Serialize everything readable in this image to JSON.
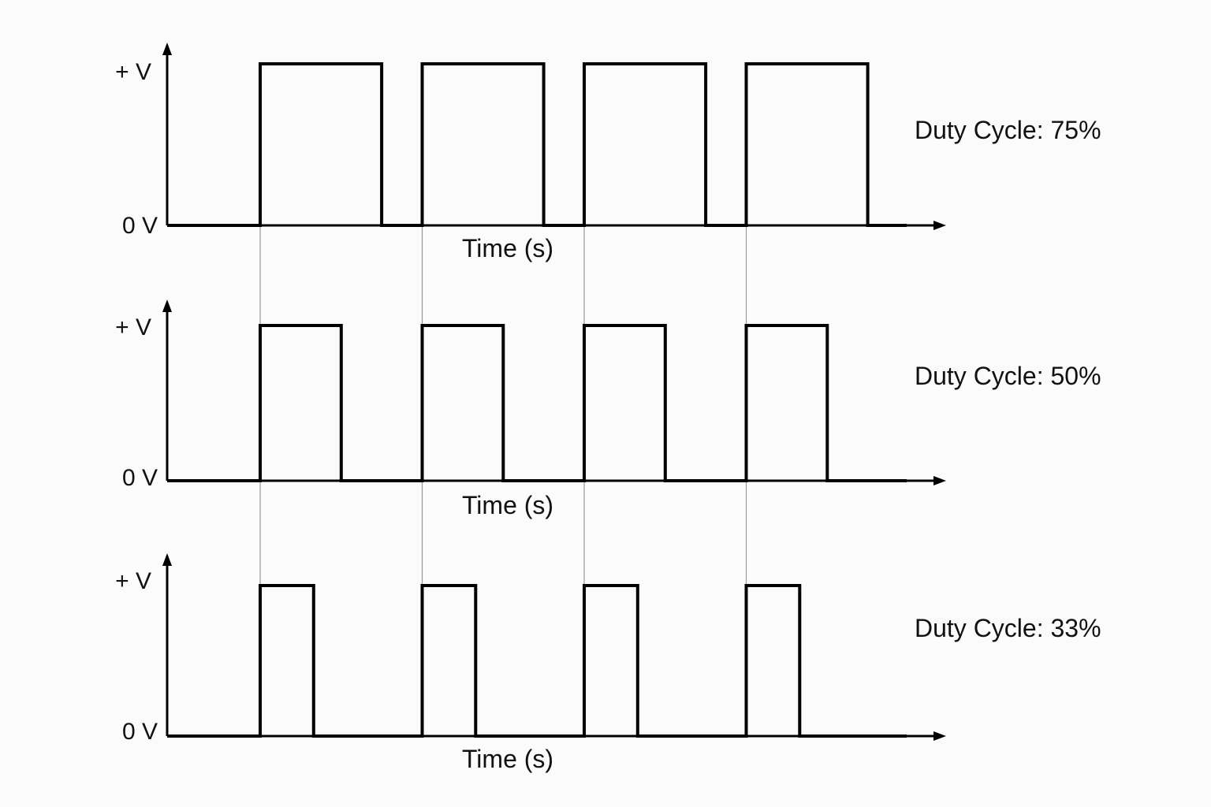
{
  "panels": [
    {
      "y_high_label": "+ V",
      "y_low_label": "0 V",
      "x_label": "Time (s)",
      "duty_label": "Duty Cycle: 75%",
      "duty_cycle": 0.75
    },
    {
      "y_high_label": "+ V",
      "y_low_label": "0 V",
      "x_label": "Time (s)",
      "duty_label": "Duty Cycle: 50%",
      "duty_cycle": 0.5
    },
    {
      "y_high_label": "+ V",
      "y_low_label": "0 V",
      "x_label": "Time (s)",
      "duty_label": "Duty Cycle: 33%",
      "duty_cycle": 0.33
    }
  ],
  "pulse_count": 4,
  "colors": {
    "line": "#000000",
    "guide": "#9a9a9a",
    "background": "#fbfbfb"
  }
}
